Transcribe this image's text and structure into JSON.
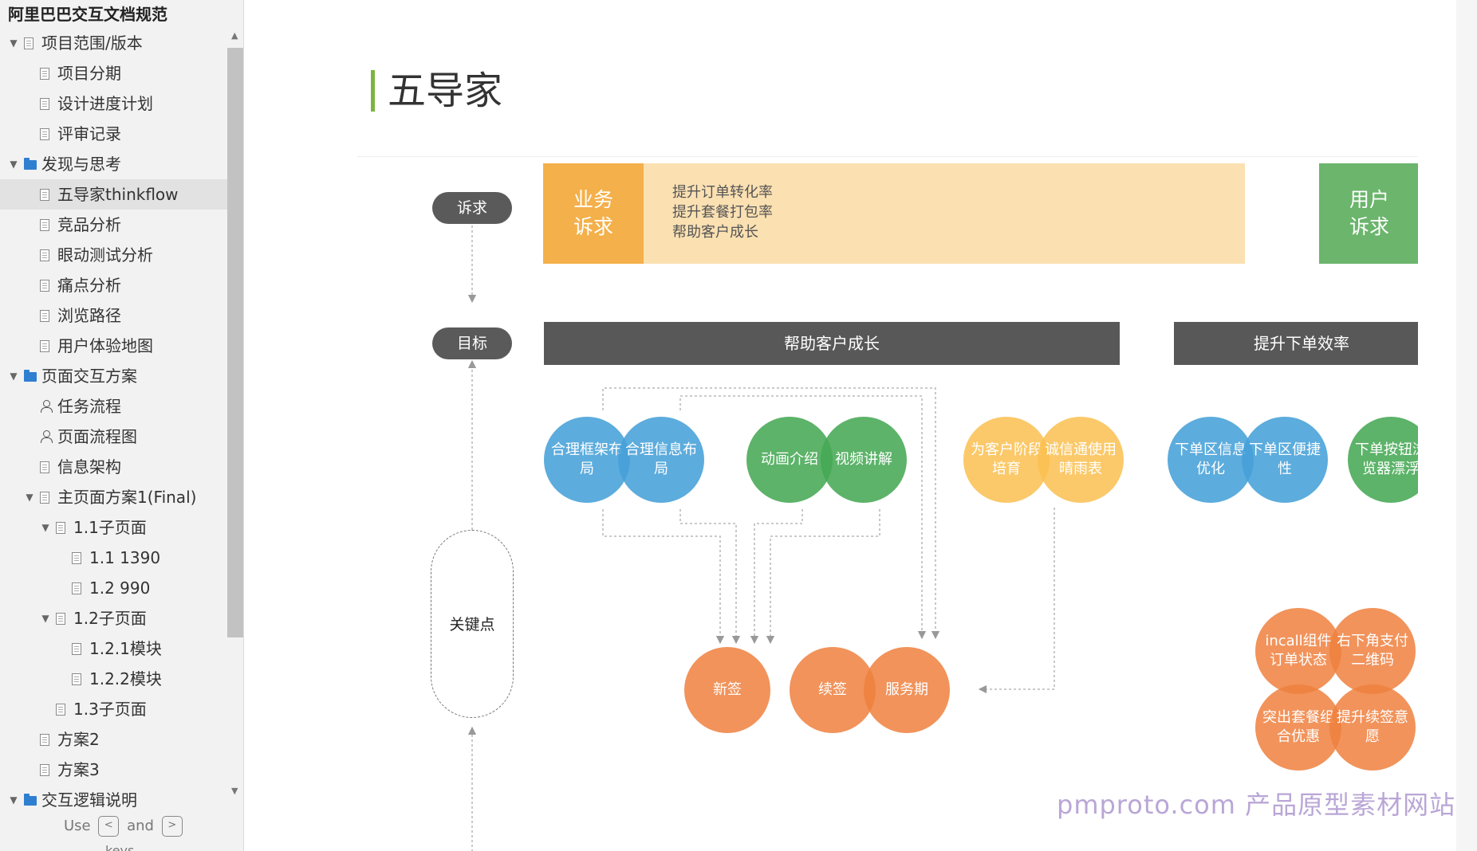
{
  "sidebar": {
    "title": "阿里巴巴交互文档规范",
    "tree": [
      {
        "label": "项目范围/版本",
        "type": "page",
        "level": 0,
        "expanded": true
      },
      {
        "label": "项目分期",
        "type": "page",
        "level": 1
      },
      {
        "label": "设计进度计划",
        "type": "page",
        "level": 1
      },
      {
        "label": "评审记录",
        "type": "page",
        "level": 1
      },
      {
        "label": "发现与思考",
        "type": "folder",
        "level": 0,
        "expanded": true
      },
      {
        "label": "五导家thinkflow",
        "type": "page",
        "level": 1,
        "selected": true
      },
      {
        "label": "竞品分析",
        "type": "page",
        "level": 1
      },
      {
        "label": "眼动测试分析",
        "type": "page",
        "level": 1
      },
      {
        "label": "痛点分析",
        "type": "page",
        "level": 1
      },
      {
        "label": "浏览路径",
        "type": "page",
        "level": 1
      },
      {
        "label": "用户体验地图",
        "type": "page",
        "level": 1
      },
      {
        "label": "页面交互方案",
        "type": "folder",
        "level": 0,
        "expanded": true
      },
      {
        "label": "任务流程",
        "type": "flow",
        "level": 1
      },
      {
        "label": "页面流程图",
        "type": "flow",
        "level": 1
      },
      {
        "label": "信息架构",
        "type": "page",
        "level": 1
      },
      {
        "label": "主页面方案1(Final)",
        "type": "page",
        "level": 1,
        "expanded": true
      },
      {
        "label": "1.1子页面",
        "type": "page",
        "level": 2,
        "expanded": true
      },
      {
        "label": "1.1 1390",
        "type": "page",
        "level": 3
      },
      {
        "label": "1.2 990",
        "type": "page",
        "level": 3
      },
      {
        "label": "1.2子页面",
        "type": "page",
        "level": 2,
        "expanded": true
      },
      {
        "label": "1.2.1模块",
        "type": "page",
        "level": 3
      },
      {
        "label": "1.2.2模块",
        "type": "page",
        "level": 3
      },
      {
        "label": "1.3子页面",
        "type": "page",
        "level": 2
      },
      {
        "label": "方案2",
        "type": "page",
        "level": 1
      },
      {
        "label": "方案3",
        "type": "page",
        "level": 1
      },
      {
        "label": "交互逻辑说明",
        "type": "folder",
        "level": 0,
        "expanded": true
      }
    ],
    "hint": {
      "use": "Use",
      "and": "and",
      "key_left": "<",
      "key_right": ">",
      "keys": "keys"
    }
  },
  "page": {
    "title": "五导家"
  },
  "diagram": {
    "row_labels": {
      "appeal": "诉求",
      "goal": "目标",
      "keypoint": "关键点"
    },
    "business": {
      "head": "业务诉求",
      "items": [
        "提升订单转化率",
        "提升套餐打包率",
        "帮助客户成长"
      ]
    },
    "user": {
      "head": "用户诉求"
    },
    "goals": [
      "帮助客户成长",
      "提升下单效率"
    ],
    "circles": {
      "layout_frame": "合理框架布局",
      "info_layout": "合理信息布局",
      "animation": "动画介绍",
      "video": "视频讲解",
      "cultivate": "为客户阶段培育",
      "sincerity": "诚信通使用晴雨表",
      "order_area_info": "下单区信息优化",
      "order_area_ease": "下单区便捷性",
      "order_btn": "下单按钮浏览器漂浮",
      "new_sign": "新签",
      "renew": "续签",
      "service": "服务期",
      "incall": "incall组件订单状态",
      "qrcode": "右下角支付二维码",
      "highlight_pkg": "突出套餐组合优惠",
      "renew_intent": "提升续签意愿"
    },
    "colors": {
      "business_head": "#f4b04a",
      "business_body": "#fbe0b2",
      "user_head": "#6bb56c",
      "goal_bar": "#585858",
      "blue": "#45a0d8",
      "green": "#45a854",
      "yellow": "#fac050",
      "orange": "#ee803e"
    }
  },
  "watermark": "pmproto.com 产品原型素材网站"
}
